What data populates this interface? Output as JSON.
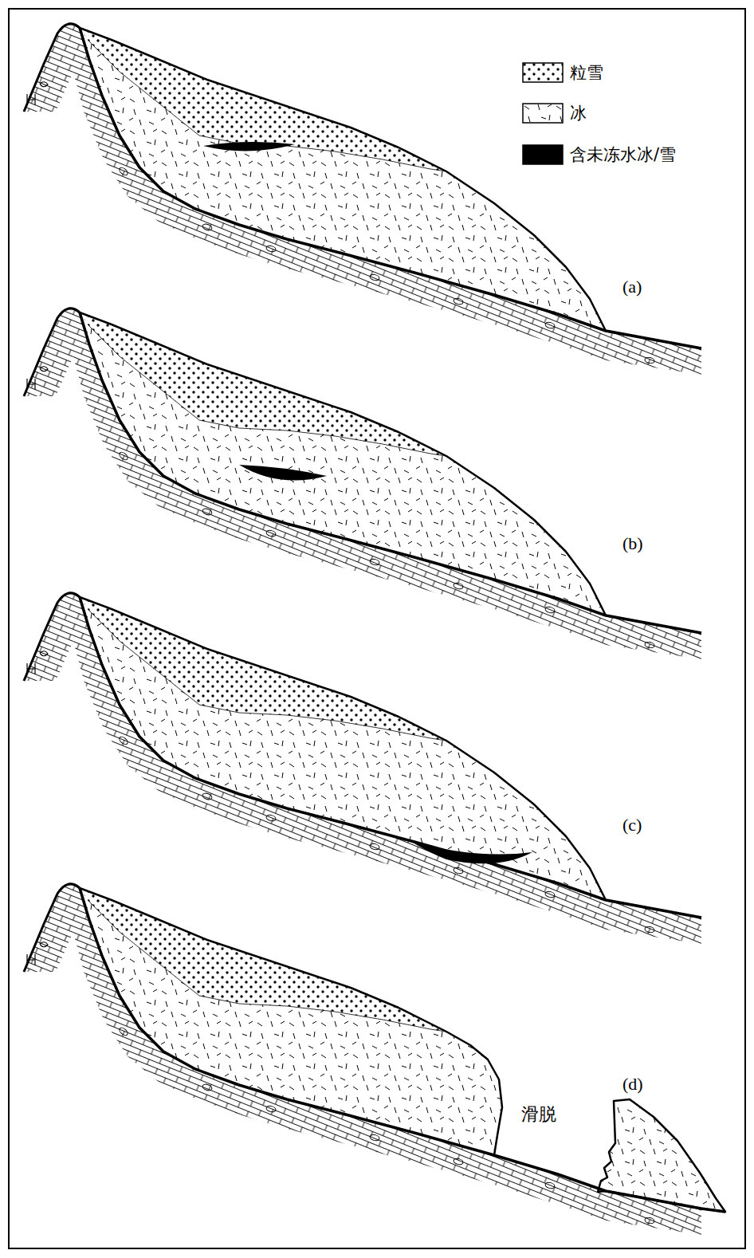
{
  "diagram": {
    "labels": [
      "(a)",
      "(b)",
      "(c)",
      "(d)",
      "滑脱"
    ],
    "legend": [
      {
        "text": "粒雪"
      },
      {
        "text": "冰"
      },
      {
        "text": "含未冻水冰/雪",
        "color": "#000000"
      }
    ]
  }
}
